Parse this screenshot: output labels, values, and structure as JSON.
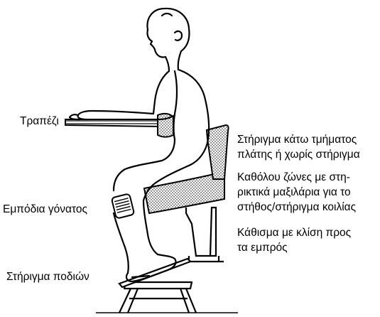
{
  "labels": {
    "table": "Τραπέζι",
    "knee": "Εμπόδια γόνατος",
    "feet": "Στήριγμα ποδιών",
    "back_1": "Στήριγμα κάτω τμήματος",
    "back_2": "πλάτης ή χωρίς στήριγμα",
    "straps_1": "Καθόλου ζώνες με στη-",
    "straps_2": "ρικτικά μαξιλάρια για το",
    "straps_3": "στήθος/στήριγμα κοιλίας",
    "seat_1": "Κάθισμα με κλίση προς",
    "seat_2": "τα εμπρός"
  },
  "colors": {
    "ink": "#000000",
    "paper": "#ffffff"
  }
}
